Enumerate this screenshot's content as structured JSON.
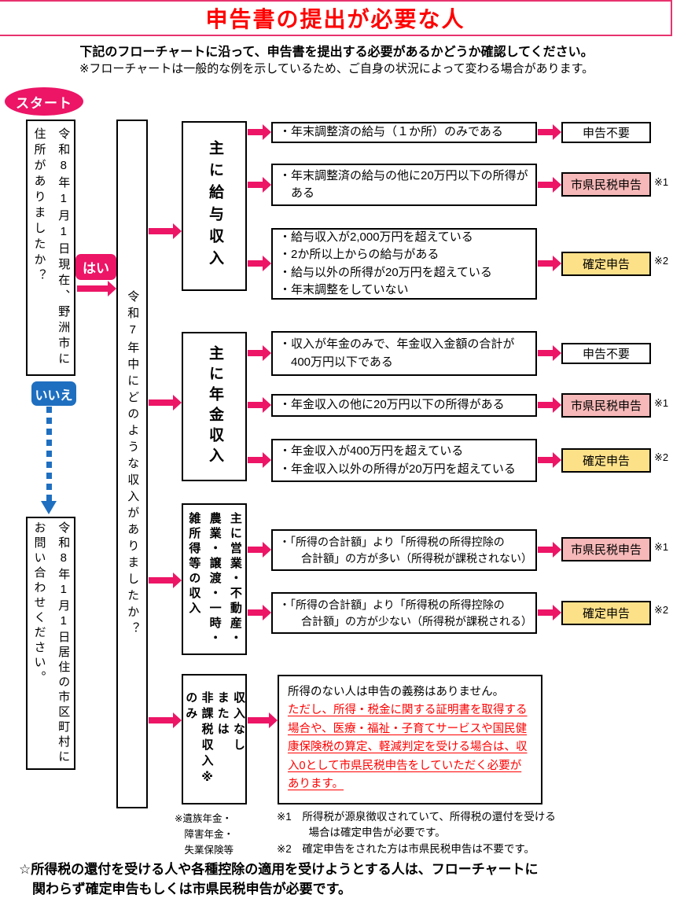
{
  "colors": {
    "accent_pink": "#ec1566",
    "accent_blue": "#1e6fc0",
    "title_red": "#ff0000",
    "line_pink": "#e8336e",
    "result_city_bg": "#f6b8b8",
    "result_final_bg": "#fde189"
  },
  "header": {
    "title": "申告書の提出が必要な人",
    "intro1": "下記のフローチャートに沿って、申告書を提出する必要があるかどうか確認してください。",
    "intro2": "※フローチャートは一般的な例を示しているため、ご自身の状況によって変わる場合があります。"
  },
  "flow": {
    "start": "スタート",
    "yes": "はい",
    "no": "いいえ",
    "q_residence": "令和8年1月1日現在、野洲市に\n住所がありましたか？",
    "q_income": "令和7年中にどのような収入がありましたか？",
    "no_result": "令和8年1月1日居住の市区町村に\nお問い合わせください。"
  },
  "branches": [
    {
      "category": "主に給与収入",
      "rows": [
        {
          "condition": "・年末調整済の給与（１か所）のみである",
          "result": "申告不要",
          "note": ""
        },
        {
          "condition": "・年末調整済の給与の他に20万円以下の所得が\n　ある",
          "result": "市県民税申告",
          "note": "※1"
        },
        {
          "condition": "・給与収入が2,000万円を超えている\n・2か所以上からの給与がある\n・給与以外の所得が20万円を超えている\n・年末調整をしていない",
          "result": "確定申告",
          "note": "※2"
        }
      ]
    },
    {
      "category": "主に年金収入",
      "rows": [
        {
          "condition": "・収入が年金のみで、年金収入金額の合計が\n　400万円以下である",
          "result": "申告不要",
          "note": ""
        },
        {
          "condition": "・年金収入の他に20万円以下の所得がある",
          "result": "市県民税申告",
          "note": "※1"
        },
        {
          "condition": "・年金収入が400万円を超えている\n・年金収入以外の所得が20万円を超えている",
          "result": "確定申告",
          "note": "※2"
        }
      ]
    },
    {
      "category": "主に営業・不動産・\n農業・譲渡・一時・\n雑所得等の収入",
      "rows": [
        {
          "condition": "・「所得の合計額」より「所得税の所得控除の\n　　合計額」の方が多い（所得税が課税されない）",
          "result": "市県民税申告",
          "note": "※1"
        },
        {
          "condition": "・「所得の合計額」より「所得税の所得控除の\n　　合計額」の方が少ない（所得税が課税される）",
          "result": "確定申告",
          "note": "※2"
        }
      ]
    },
    {
      "category": "収入なし\nまたは\n非課税収入※\nのみ",
      "note_black": "所得のない人は申告の義務はありません。",
      "note_red": "ただし、所得・税金に関する証明書を取得する場合や、医療・福祉・子育てサービスや国民健康保険税の算定、軽減判定を受ける場合は、収入0として市県民税申告をしていただく必要があります。"
    }
  ],
  "footnotes": {
    "pension_note": "※遺族年金・\n　障害年金・\n　失業保険等",
    "fn": "※1　所得税が源泉徴収されていて、所得税の還付を受ける\n　　　場合は確定申告が必要です。\n※2　確定申告をされた方は市県民税申告は不要です。"
  },
  "bottom_note": "☆所得税の還付を受ける人や各種控除の適用を受けようとする人は、フローチャートに\n　関わらず確定申告もしくは市県民税申告が必要です。"
}
